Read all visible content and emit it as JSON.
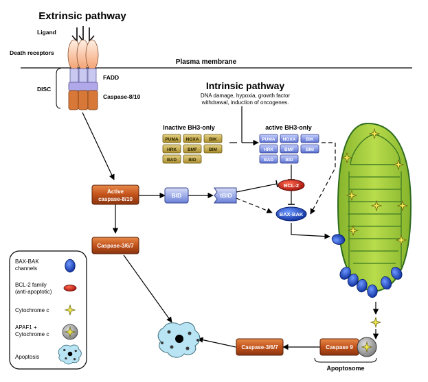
{
  "titles": {
    "extrinsic": "Extrinsic pathway",
    "intrinsic": "Intrinsic pathway"
  },
  "labels": {
    "ligand": "Ligand",
    "death_receptors": "Death receptors",
    "plasma_membrane": "Plasma membrane",
    "fadd": "FADD",
    "disc": "DISC",
    "caspase_8_10": "Caspase-8/10",
    "intrinsic_desc_line1": "DNA damage, hypoxia, growth factor",
    "intrinsic_desc_line2": "withdrawal, induction of oncogenes.",
    "inactive_bh3": "Inactive BH3-only",
    "active_bh3": "active BH3-only",
    "apoptosome": "Apoptosome"
  },
  "bh3_proteins": [
    "PUMA",
    "NOXA",
    "BIK",
    "HRK",
    "BMF",
    "BIM",
    "BAD",
    "BID"
  ],
  "nodes": {
    "active_caspase_line1": "Active",
    "active_caspase_line2": "caspase-8/10",
    "caspase_367_left": "Caspase-3/6/7",
    "caspase_367_bottom": "Caspase-3/6/7",
    "caspase_9": "Caspase 9",
    "bid": "BID",
    "tbid": "tBID",
    "bcl2": "BCL-2",
    "bax_bak": "BAX-BAK"
  },
  "legend": {
    "items": [
      {
        "line1": "BAX-BAK",
        "line2": "channels",
        "icon": "bax-bak-channel-icon"
      },
      {
        "line1": "BCL-2 family",
        "line2": "(anti-apoptotic)",
        "icon": "bcl2-family-icon"
      },
      {
        "line1": "Cytochrome c",
        "line2": "",
        "icon": "cytochrome-c-icon"
      },
      {
        "line1": "APAF1 +",
        "line2": "Cytochrome c",
        "icon": "apaf1-cytochrome-icon"
      },
      {
        "line1": "Apoptosis",
        "line2": "",
        "icon": "apoptosis-icon"
      }
    ]
  },
  "colors": {
    "caspase": "#c0501a",
    "bh3_inactive": "#b8a040",
    "bh3_active": "#7b8fe0",
    "mito_fill": "#9cc43a",
    "mito_stroke": "#2e6b1f",
    "bcl2": "#d0281e",
    "bax_bak": "#1e4fc8",
    "cytochrome": "#e8e040"
  }
}
